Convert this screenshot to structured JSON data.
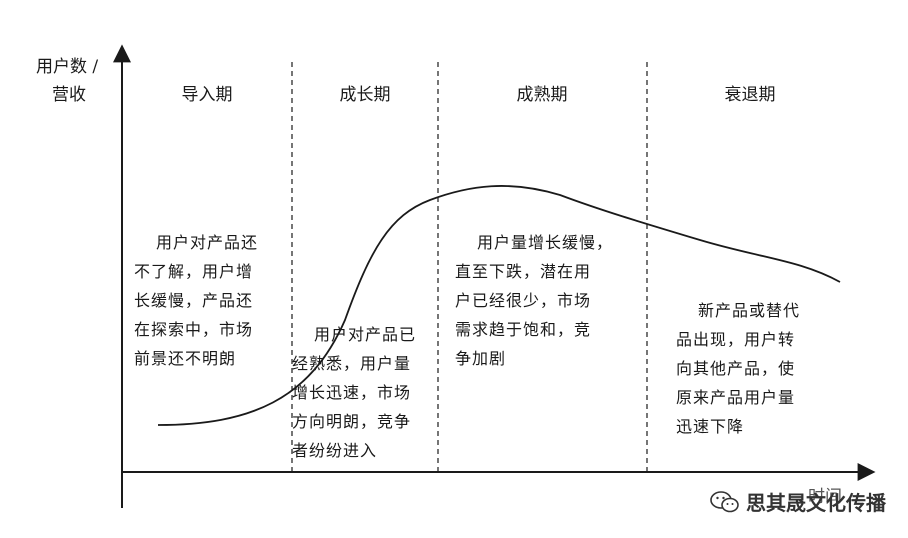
{
  "y_axis_label": [
    "用户数 /",
    "营收"
  ],
  "x_axis_label": "时间",
  "phases": [
    {
      "name": "导入期",
      "description": [
        "用户对产品还",
        "不了解，用户增",
        "长缓慢，产品还",
        "在探索中，市场",
        "前景还不明朗"
      ]
    },
    {
      "name": "成长期",
      "description": [
        "用户对产品已",
        "经熟悉，用户量",
        "增长迅速，市场",
        "方向明朗，竞争",
        "者纷纷进入"
      ]
    },
    {
      "name": "成熟期",
      "description": [
        "用户量增长缓慢，",
        "直至下跌，潜在用",
        "户已经很少，市场",
        "需求趋于饱和，竞",
        "争加剧"
      ]
    },
    {
      "name": "衰退期",
      "description": [
        "新产品或替代",
        "品出现，用户转",
        "向其他产品，使",
        "原来产品用户量",
        "迅速下降"
      ]
    }
  ],
  "watermark": "思其晟文化传播",
  "colors": {
    "ink": "#1a1a1a",
    "background": "#ffffff"
  }
}
